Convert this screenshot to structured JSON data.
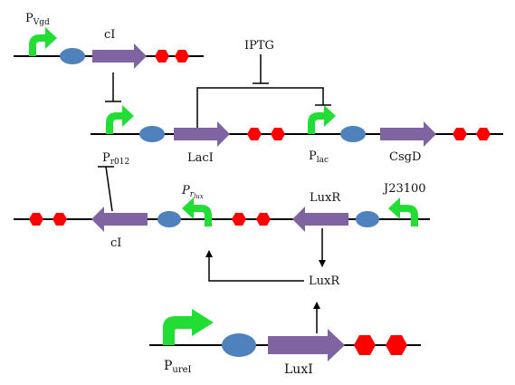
{
  "colors": {
    "promoter": "#22dd33",
    "rbs": "#4f81bd",
    "gene": "#8064a2",
    "terminator": "#ff0000",
    "line": "#000000"
  },
  "diagram": {
    "row1": {
      "promoter_label": {
        "main": "P",
        "sub": "Vgd"
      },
      "gene_label": "cI"
    },
    "row2": {
      "inducer_label": "IPTG",
      "promoter1_label": {
        "main": "P",
        "sub": "r012"
      },
      "gene1_label": "LacI",
      "promoter2_label": {
        "main": "P",
        "sub": "lac"
      },
      "gene2_label": "CsgD"
    },
    "row3": {
      "promoter_rlux_label": {
        "main": "P",
        "sub": "r",
        "subsub": "lux"
      },
      "luxr_gene_label": "LuxR",
      "constitutive_label": "J23100",
      "ci_gene_label": "cI",
      "luxr_protein_label": "LuxR"
    },
    "row4": {
      "promoter_label": {
        "main": "P",
        "sub": "ureI"
      },
      "gene_label": "LuxI"
    }
  }
}
